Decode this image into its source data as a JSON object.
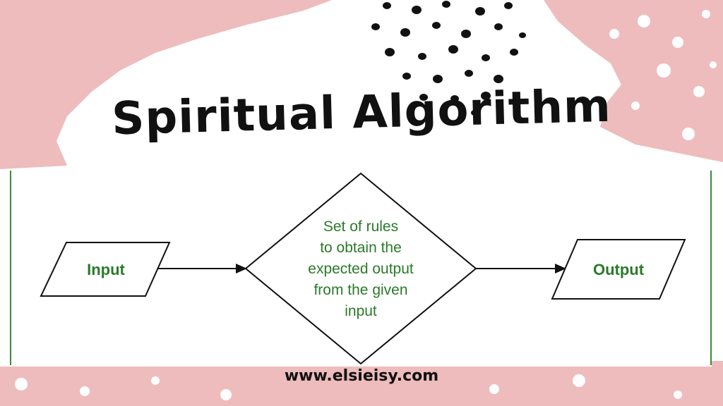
{
  "title": "Spiritual Algorithm",
  "website": "www.elsieisy.com",
  "diagram": {
    "nodes": [
      {
        "id": "input",
        "shape": "parallelogram",
        "label": "Input"
      },
      {
        "id": "rules",
        "shape": "diamond",
        "lines": [
          "Set of rules",
          "to obtain the",
          "expected output",
          "from the given",
          "input"
        ]
      },
      {
        "id": "output",
        "shape": "parallelogram",
        "label": "Output"
      }
    ],
    "edges": [
      {
        "from": "input",
        "to": "rules"
      },
      {
        "from": "rules",
        "to": "output"
      }
    ]
  },
  "colors": {
    "background_pink": "#eebcbc",
    "paper": "#ffffff",
    "ink": "#111111",
    "label_green": "#2a7a2a",
    "border_green": "#3a8a3a"
  }
}
